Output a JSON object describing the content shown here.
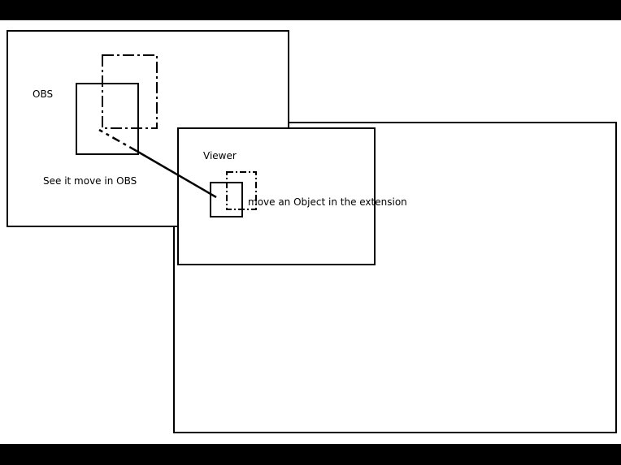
{
  "diagram": {
    "obs_label": "OBS",
    "obs_caption": "See it move in OBS",
    "viewer_label": "Viewer",
    "extension_caption": "move an Object in the extension"
  },
  "colors": {
    "background": "#ffffff",
    "letterbox": "#000000",
    "stroke": "#000000"
  }
}
